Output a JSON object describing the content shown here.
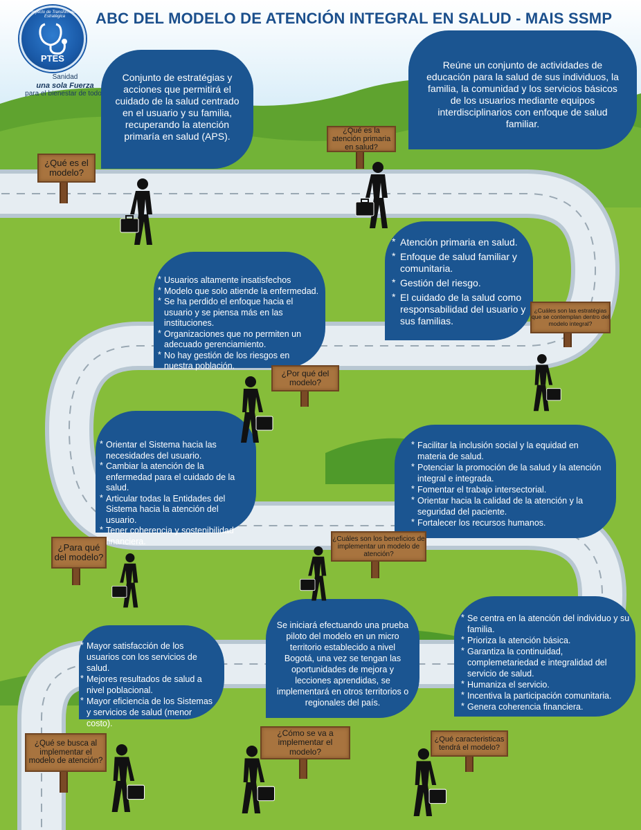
{
  "header": {
    "title": "ABC DEL MODELO DE ATENCIÓN INTEGRAL EN SALUD - MAIS SSMP",
    "logo_arc_text": "Proyecto de Transformación Estratégica",
    "logo_label": "PTES",
    "slogan_line1": "Sanidad",
    "slogan_line2": "una sola Fuerza",
    "slogan_line3": "para el bienestar de todos"
  },
  "sections": {
    "que_es": {
      "question": "¿Qué es el modelo?",
      "answer": "Conjunto de estratégias y acciones que permitirá el cuidado de la salud centrado en el usuario y su familia, recuperando la atención primaría en salud (APS)."
    },
    "aps": {
      "question": "¿Qué es la atención primaria en salud?",
      "answer": "Reúne un conjunto de actividades de educación para la salud de sus individuos, la familia, la comunidad y los servicios básicos de los usuarios mediante equipos interdisciplinarios con enfoque de salud familiar."
    },
    "estrategias": {
      "question": "¿Cuáles son las estratégias que se contemplan dentro del modelo integral?",
      "items": [
        "Atención primaria en salud.",
        "Enfoque de salud familiar y comunitaria.",
        "Gestión del riesgo.",
        "El cuidado de la salud como responsabilidad del usuario y sus familias."
      ]
    },
    "por_que": {
      "question": "¿Por qué del modelo?",
      "items": [
        "Usuarios altamente insatisfechos",
        "Modelo que solo atiende la enfermedad.",
        "Se ha perdido el enfoque hacia el usuario y se piensa más en las instituciones.",
        "Organizaciones que no permiten un adecuado gerenciamiento.",
        "No hay gestión de los riesgos en nuestra población."
      ]
    },
    "para_que": {
      "question": "¿Para qué del modelo?",
      "items": [
        "Orientar el Sistema hacia las necesidades del usuario.",
        "Cambiar la atención de la enfermedad para el cuidado de la salud.",
        "Articular todas la Entidades del Sistema hacia la atención del usuario.",
        "Tener coherencia y sostenibilidad financiera."
      ]
    },
    "beneficios": {
      "question": "¿Cuáles son los beneficios de implementar un modelo de atención?",
      "items": [
        "Facilitar la inclusión social y la equidad en materia de salud.",
        "Potenciar la promoción de la salud y la atención integral e integrada.",
        "Fomentar el trabajo intersectorial.",
        "Orientar hacia la calidad de la atención y la seguridad del paciente.",
        "Fortalecer los recursos humanos."
      ]
    },
    "que_se_busca": {
      "question": "¿Qué se busca al implementar el modelo de atención?",
      "items": [
        "Mayor satisfacción de los usuarios con los servicios de salud.",
        "Mejores resultados de salud a nivel poblacional.",
        "Mayor eficiencia de los Sistemas y servicios de salud (menor costo)."
      ]
    },
    "como": {
      "question": "¿Cómo se va a implementar el modelo?",
      "answer": "Se iniciará efectuando una prueba piloto del modelo en un micro territorio establecido a nivel Bogotá, una vez se tengan las oportunidades de mejora y lecciones aprendidas, se implementará en otros territorios o regionales del país."
    },
    "caracteristicas": {
      "question": "¿Qué caracteristicas tendrá el modelo?",
      "items": [
        "Se centra en la atención del individuo y su familia.",
        "Prioriza la atención básica.",
        "Garantiza la continuidad, complemetariedad e integralidad del servicio de salud.",
        "Humaniza el servicio.",
        "Incentiva la participación comunitaria.",
        "Genera coherencia financiera."
      ]
    }
  },
  "colors": {
    "bubble": "#1b5591",
    "title": "#1b4f8c",
    "grass": "#86bd3a",
    "road": "#e6edf2",
    "sign": "#a8743f"
  }
}
